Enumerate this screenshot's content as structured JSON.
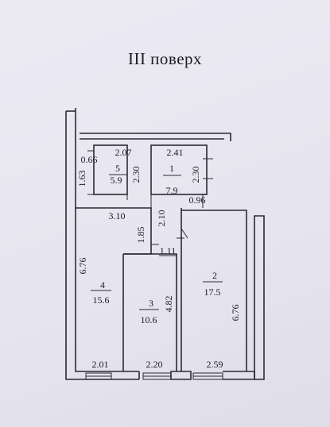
{
  "title": "III поверх",
  "rooms": [
    {
      "id": "1",
      "area": "7.9"
    },
    {
      "id": "2",
      "area": "17.5"
    },
    {
      "id": "3",
      "area": "10.6"
    },
    {
      "id": "4",
      "area": "15.6"
    },
    {
      "id": "5",
      "area": "5.9"
    }
  ],
  "dimensions": {
    "r5_top": "2.07",
    "r5_corner": "0.66",
    "r5_left": "1.63",
    "r5_right": "2.30",
    "r1_top": "2.41",
    "r1_right": "2.30",
    "r1_door": "0.96",
    "corridor_h": "2.10",
    "r4_top": "3.10",
    "r4_right": "1.85",
    "r4_left": "6.76",
    "corridor_w": "1.11",
    "r3_right": "4.82",
    "r2_right": "6.76",
    "r4_bottom": "2.01",
    "r3_bottom": "2.20",
    "r2_bottom": "2.59"
  },
  "colors": {
    "ink": "#1c1c24",
    "paper": "#e8e6ef"
  }
}
